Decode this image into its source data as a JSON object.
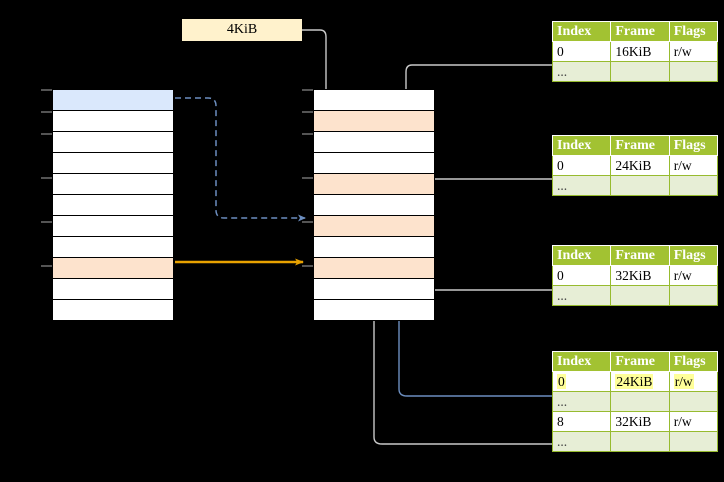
{
  "diagram": {
    "title": "page-table-translation-diagram",
    "size_label": "4KiB",
    "colors": {
      "background": "#000000",
      "header_green": "#a2c232",
      "alt_row_green": "#e7eed6",
      "blue_cell": "#dae8fc",
      "peach_cell": "#fde3cd",
      "size_label_bg": "#fff2cc",
      "highlight_yellow": "#ffff99",
      "orange_arrow": "#e8a200",
      "blue_arrow": "#6c8ebf",
      "gray_arrow": "#b3b3b3"
    }
  },
  "left_stack": {
    "name": "virtual-address-space",
    "rows": [
      {
        "fill": "blue",
        "tick": true
      },
      {
        "fill": "white",
        "tick": true
      },
      {
        "fill": "white",
        "tick": true
      },
      {
        "fill": "white",
        "tick": false
      },
      {
        "fill": "white",
        "tick": true
      },
      {
        "fill": "white",
        "tick": false
      },
      {
        "fill": "white",
        "tick": true
      },
      {
        "fill": "white",
        "tick": false
      },
      {
        "fill": "peach",
        "tick": true
      },
      {
        "fill": "white",
        "tick": false
      },
      {
        "fill": "white",
        "tick": false
      }
    ]
  },
  "middle_stack": {
    "name": "physical-memory",
    "rows": [
      {
        "fill": "white",
        "tick": true
      },
      {
        "fill": "peach",
        "tick": true
      },
      {
        "fill": "white",
        "tick": true
      },
      {
        "fill": "white",
        "tick": false
      },
      {
        "fill": "peach",
        "tick": true
      },
      {
        "fill": "white",
        "tick": false
      },
      {
        "fill": "peach",
        "tick": true
      },
      {
        "fill": "white",
        "tick": false
      },
      {
        "fill": "peach",
        "tick": true
      },
      {
        "fill": "white",
        "tick": false
      },
      {
        "fill": "white",
        "tick": false
      }
    ]
  },
  "tables": [
    {
      "name": "page-table-level-1",
      "headers": [
        "Index",
        "Frame",
        "Flags"
      ],
      "rows": [
        {
          "type": "data",
          "cells": [
            "0",
            "16KiB",
            "r/w"
          ],
          "highlight": [
            false,
            false,
            false
          ]
        },
        {
          "type": "alt",
          "cells": [
            "...",
            "",
            ""
          ],
          "highlight": [
            false,
            false,
            false
          ]
        }
      ]
    },
    {
      "name": "page-table-level-2",
      "headers": [
        "Index",
        "Frame",
        "Flags"
      ],
      "rows": [
        {
          "type": "data",
          "cells": [
            "0",
            "24KiB",
            "r/w"
          ],
          "highlight": [
            false,
            false,
            false
          ]
        },
        {
          "type": "alt",
          "cells": [
            "...",
            "",
            ""
          ],
          "highlight": [
            false,
            false,
            false
          ]
        }
      ]
    },
    {
      "name": "page-table-level-3",
      "headers": [
        "Index",
        "Frame",
        "Flags"
      ],
      "rows": [
        {
          "type": "data",
          "cells": [
            "0",
            "32KiB",
            "r/w"
          ],
          "highlight": [
            false,
            false,
            false
          ]
        },
        {
          "type": "alt",
          "cells": [
            "...",
            "",
            ""
          ],
          "highlight": [
            false,
            false,
            false
          ]
        }
      ]
    },
    {
      "name": "page-table-level-4",
      "headers": [
        "Index",
        "Frame",
        "Flags"
      ],
      "rows": [
        {
          "type": "data",
          "cells": [
            "0",
            "24KiB",
            "r/w"
          ],
          "highlight": [
            true,
            true,
            true
          ]
        },
        {
          "type": "alt",
          "cells": [
            "...",
            "",
            ""
          ],
          "highlight": [
            false,
            false,
            false
          ]
        },
        {
          "type": "data",
          "cells": [
            "8",
            "32KiB",
            "r/w"
          ],
          "highlight": [
            false,
            false,
            false
          ]
        },
        {
          "type": "alt",
          "cells": [
            "...",
            "",
            ""
          ],
          "highlight": [
            false,
            false,
            false
          ]
        }
      ]
    }
  ]
}
